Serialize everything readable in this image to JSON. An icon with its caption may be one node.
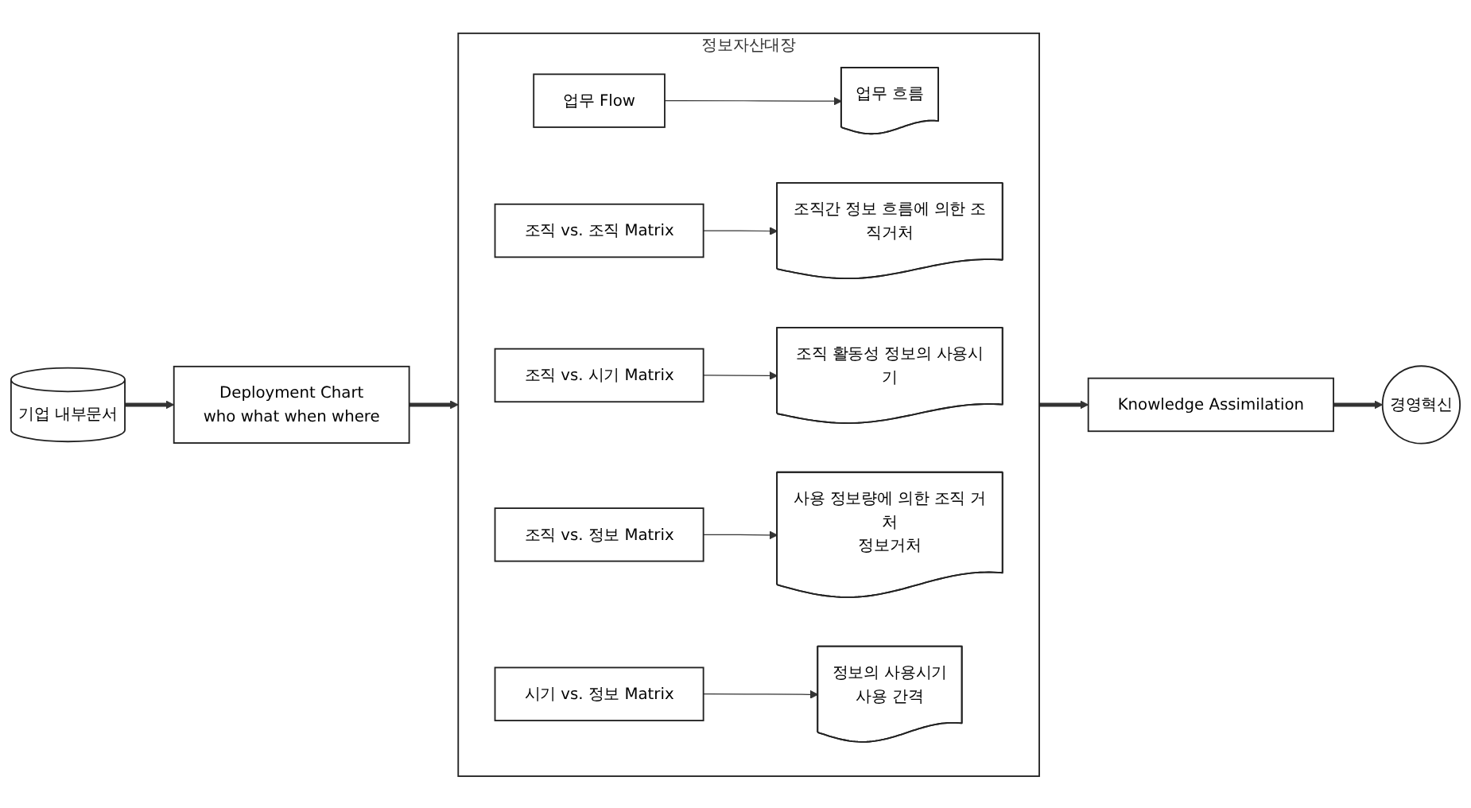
{
  "diagram": {
    "nodes": [
      {
        "text": [
          "기업 내부문서"
        ]
      },
      {
        "text": [
          "Deployment Chart",
          "who what when where"
        ]
      },
      {
        "text": [
          "정보자산대장"
        ]
      },
      {
        "text": [
          "업무 Flow"
        ],
        "in": 2
      },
      {
        "text": [
          "업무 흐름"
        ],
        "in": 2
      },
      {
        "text": [
          "조직 vs. 조직 Matrix"
        ],
        "in": 2
      },
      {
        "text": [
          "조직간 정보 흐름에 의한 조직거처"
        ],
        "in": 2
      },
      {
        "text": [
          "조직 vs. 시기 Matrix"
        ],
        "in": 2
      },
      {
        "text": [
          "조직 활동성 정보의 사용시기"
        ],
        "in": 2
      },
      {
        "text": [
          "조직 vs. 정보 Matrix"
        ],
        "in": 2
      },
      {
        "text": [
          "사용 정보량에 의한 조직 거처",
          "정보거처"
        ],
        "in": 2
      },
      {
        "text": [
          "시기 vs. 정보 Matrix"
        ],
        "in": 2
      },
      {
        "text": [
          "정보의 사용시기",
          "사용 간격"
        ],
        "in": 2
      },
      {
        "text": [
          "Knowledge Assimilation"
        ]
      },
      {
        "text": [
          "경영혁신"
        ]
      }
    ],
    "edges": [
      {
        "from": 0,
        "to": 1,
        "arrow": "to",
        "style": "thick"
      },
      {
        "from": 1,
        "to": 2,
        "arrow": "to",
        "style": "thick"
      },
      {
        "from": 3,
        "to": 4,
        "arrow": "to"
      },
      {
        "from": 5,
        "to": 6,
        "arrow": "to"
      },
      {
        "from": 7,
        "to": 8,
        "arrow": "to"
      },
      {
        "from": 9,
        "to": 10,
        "arrow": "to"
      },
      {
        "from": 11,
        "to": 12,
        "arrow": "to"
      },
      {
        "from": 2,
        "to": 13,
        "arrow": "to",
        "style": "thick"
      },
      {
        "from": 13,
        "to": 14,
        "arrow": "to",
        "style": "thick"
      }
    ]
  }
}
